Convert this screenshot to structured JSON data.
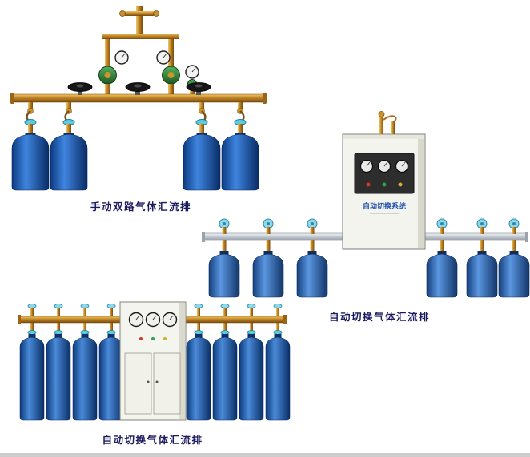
{
  "page": {
    "background": "#ffffff"
  },
  "products": [
    {
      "id": "manual-dual-manifold",
      "caption": "手动双路气体汇流排"
    },
    {
      "id": "auto-switch-manifold",
      "caption": "自动切换气体汇流排",
      "cabinet_label": "自动切换系统"
    },
    {
      "id": "auto-switch-manifold-2",
      "caption": "自动切换气体汇流排"
    }
  ],
  "colors": {
    "caption_text": "#1a1a5e",
    "cabinet_label_text": "#2050b0",
    "cylinder_blue_dark": "#0d3a82",
    "cylinder_blue_light": "#3f85de",
    "brass": "#c08428",
    "manifold_silver": "#c2c9d2",
    "valve_knob_cyan": "#5ecbe0",
    "footer_bar": "#cccccc"
  }
}
